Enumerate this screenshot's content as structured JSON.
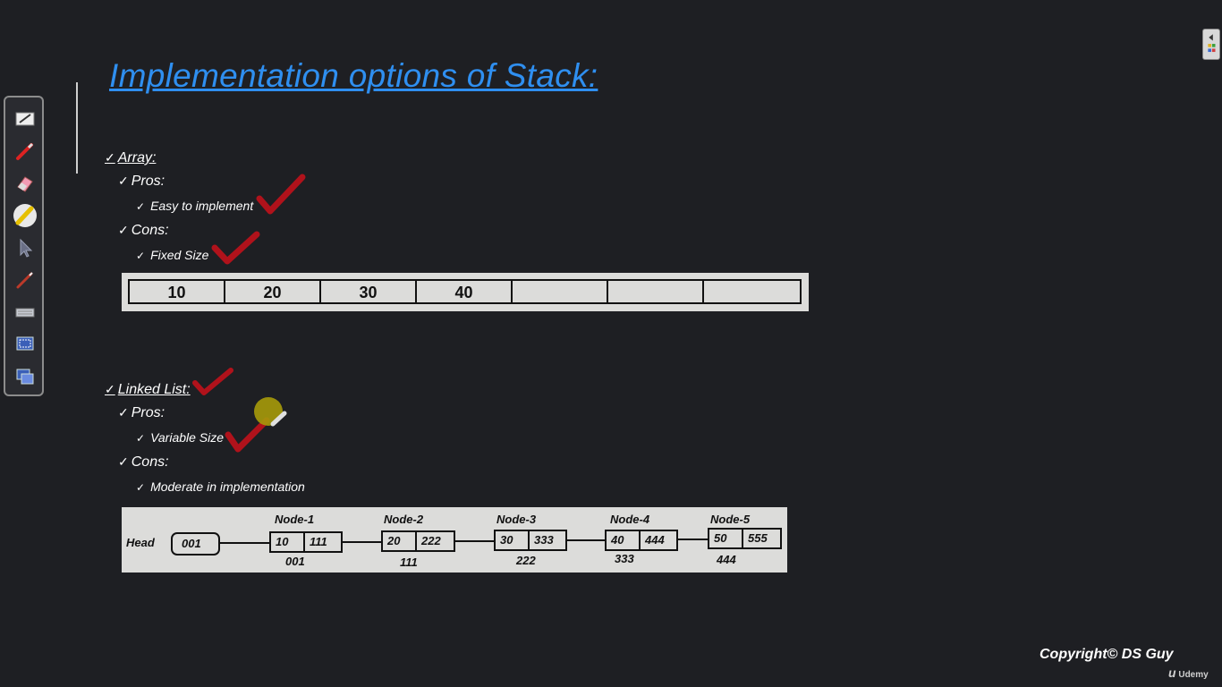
{
  "title": "Implementation options of Stack:",
  "array_section": {
    "heading": "Array:",
    "pros_label": "Pros:",
    "pros_item": "Easy to implement",
    "cons_label": "Cons:",
    "cons_item": "Fixed Size",
    "cells": [
      "10",
      "20",
      "30",
      "40",
      "",
      "",
      ""
    ]
  },
  "linked_list_section": {
    "heading": "Linked List:",
    "pros_label": "Pros:",
    "pros_item": "Variable Size",
    "cons_label": "Cons:",
    "cons_item": "Moderate  in implementation",
    "head_label": "Head",
    "head_value": "001",
    "nodes": [
      {
        "name": "Node-1",
        "data": "10",
        "next": "111",
        "address": "001"
      },
      {
        "name": "Node-2",
        "data": "20",
        "next": "222",
        "address": "111"
      },
      {
        "name": "Node-3",
        "data": "30",
        "next": "333",
        "address": "222"
      },
      {
        "name": "Node-4",
        "data": "40",
        "next": "444",
        "address": "333"
      },
      {
        "name": "Node-5",
        "data": "50",
        "next": "555",
        "address": "444"
      }
    ]
  },
  "footer": {
    "copyright": "Copyright© DS Guy",
    "brand": "Udemy"
  },
  "toolbar": {
    "tools": [
      "highlighter-board-icon",
      "red-pen-icon",
      "eraser-icon",
      "yellow-highlighter-icon",
      "pointer-icon",
      "laser-pen-icon",
      "keyboard-icon",
      "screen-capture-icon",
      "screen-share-icon"
    ]
  },
  "colors": {
    "background": "#1e1f23",
    "title": "#2f8ff0",
    "annotation_check": "#b0121b",
    "panel": "#dcdcda"
  }
}
